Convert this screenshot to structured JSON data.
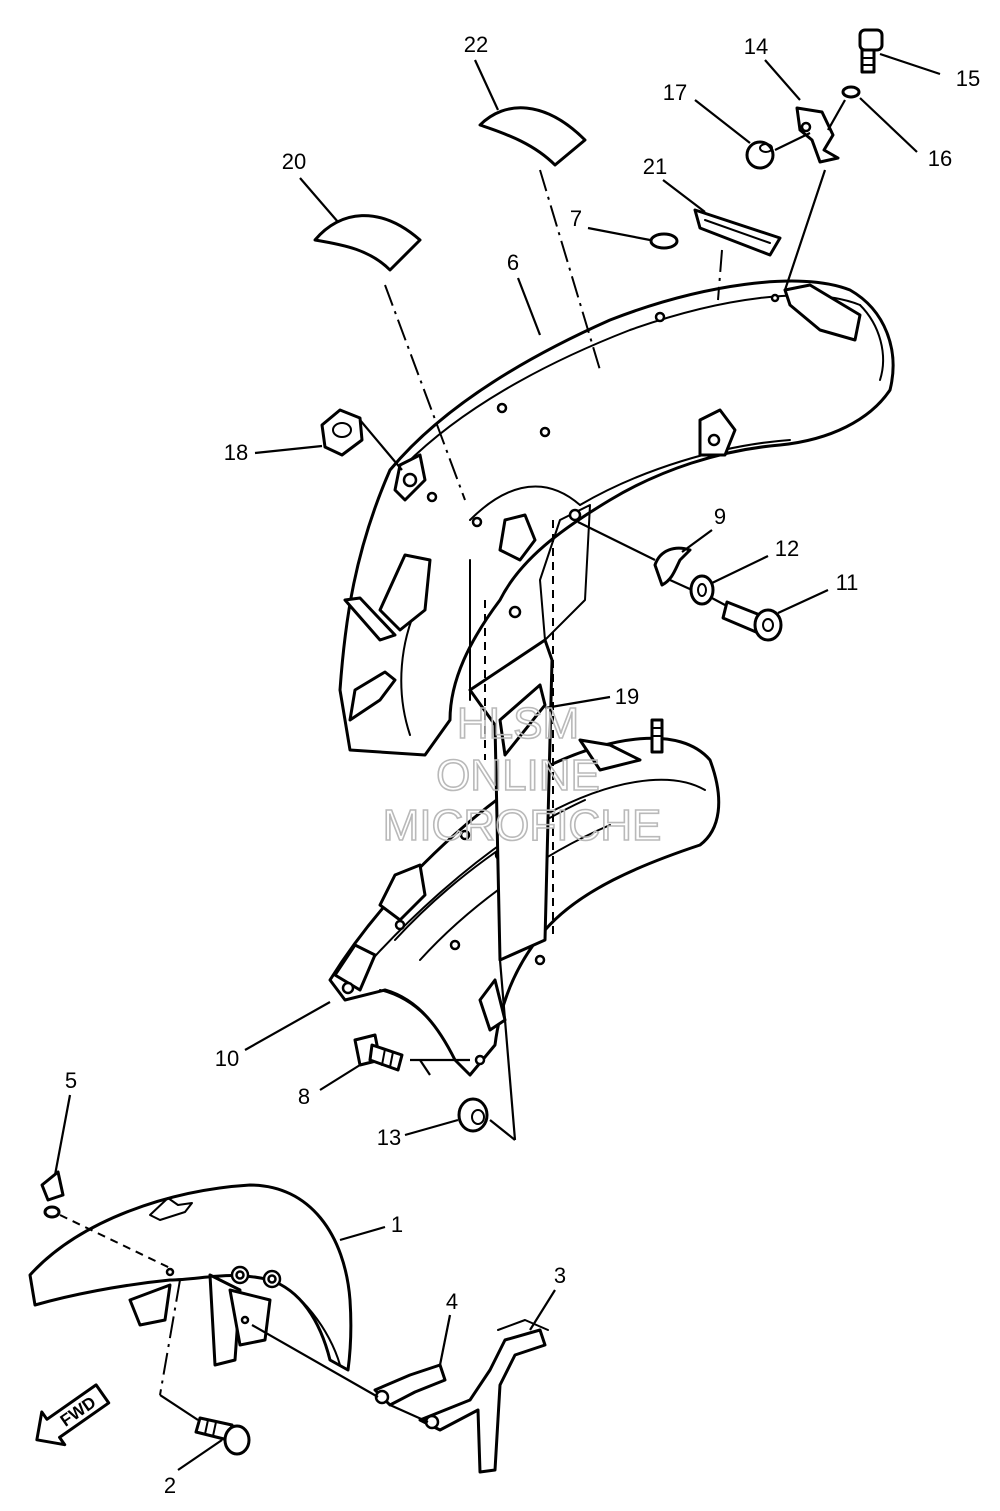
{
  "diagram": {
    "callouts": [
      {
        "id": "c1",
        "label": "1"
      },
      {
        "id": "c2",
        "label": "2"
      },
      {
        "id": "c3",
        "label": "3"
      },
      {
        "id": "c4",
        "label": "4"
      },
      {
        "id": "c5",
        "label": "5"
      },
      {
        "id": "c6",
        "label": "6"
      },
      {
        "id": "c7",
        "label": "7"
      },
      {
        "id": "c8",
        "label": "8"
      },
      {
        "id": "c9",
        "label": "9"
      },
      {
        "id": "c10",
        "label": "10"
      },
      {
        "id": "c11",
        "label": "11"
      },
      {
        "id": "c12",
        "label": "12"
      },
      {
        "id": "c13",
        "label": "13"
      },
      {
        "id": "c14",
        "label": "14"
      },
      {
        "id": "c15",
        "label": "15"
      },
      {
        "id": "c16",
        "label": "16"
      },
      {
        "id": "c17",
        "label": "17"
      },
      {
        "id": "c18",
        "label": "18"
      },
      {
        "id": "c19",
        "label": "19"
      },
      {
        "id": "c20",
        "label": "20"
      },
      {
        "id": "c21",
        "label": "21"
      },
      {
        "id": "c22",
        "label": "22"
      }
    ],
    "watermark": [
      "HLSM",
      "ONLINE",
      "MICROFICHE"
    ],
    "direction_arrow": "FWD"
  }
}
